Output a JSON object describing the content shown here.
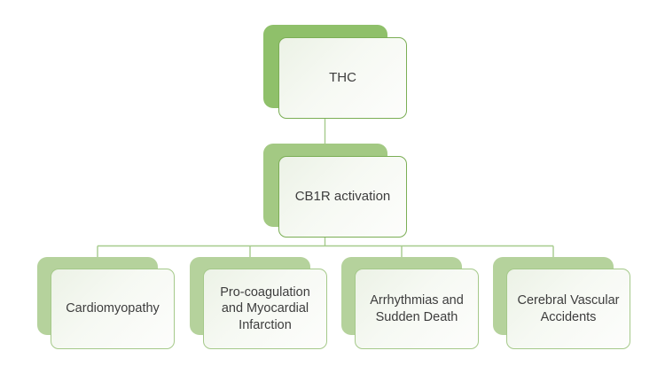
{
  "diagram": {
    "type": "hierarchy-flowchart",
    "colors": {
      "level1_back": "#8fc06a",
      "level2_back": "#a3c983",
      "level3_back": "#b5d29c",
      "level12_border": "#7bae55",
      "level3_border": "#a5c98a",
      "connector": "#a6cb8d",
      "text": "#3d3d3d"
    },
    "nodes": {
      "root": {
        "label": "THC"
      },
      "mid": {
        "label": "CB1R activation"
      },
      "leaves": [
        {
          "label": "Cardiomyopathy"
        },
        {
          "label": "Pro-coagulation and Myocardial Infarction"
        },
        {
          "label": "Arrhythmias and Sudden Death"
        },
        {
          "label": "Cerebral Vascular Accidents"
        }
      ]
    }
  }
}
